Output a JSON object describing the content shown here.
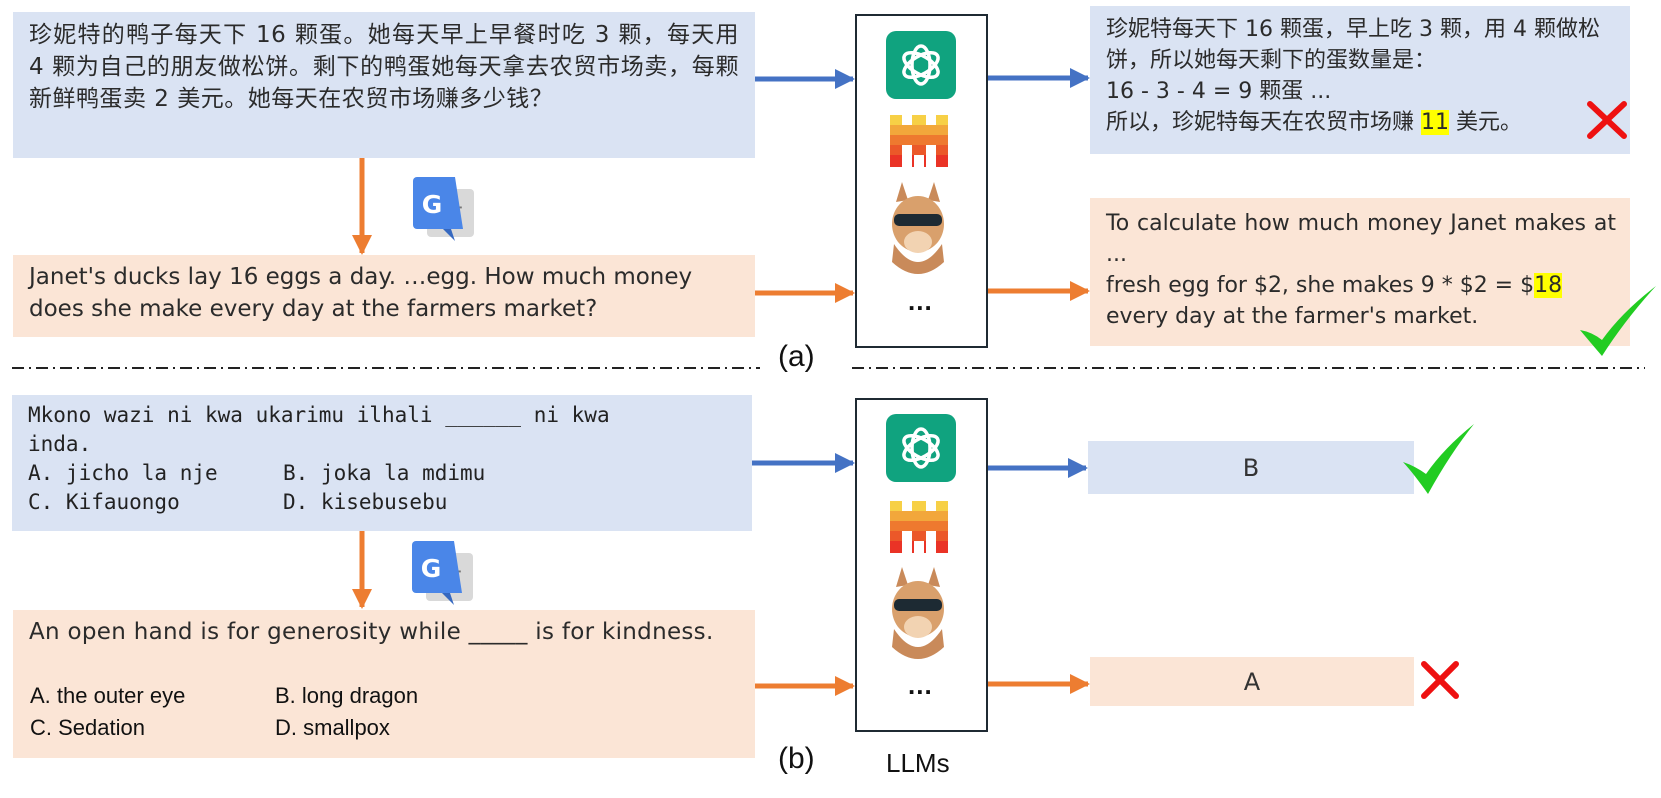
{
  "panel_a": {
    "question_zh": "珍妮特的鸭子每天下 16 颗蛋。她每天早上早餐时吃 3 颗，每天用 4 颗为自己的朋友做松饼。剩下的鸭蛋她每天拿去农贸市场卖，每颗新鲜鸭蛋卖 2 美元。她每天在农贸市场赚多少钱？",
    "question_en": "Janet's ducks lay 16 eggs a day. …egg. How much money does she make every day at the farmers market?",
    "answer_zh": {
      "line1": "珍妮特每天下 16 颗蛋，早上吃 3 颗，用 4 颗做松饼，所以她每天剩下的蛋数量是：",
      "line2": "16 - 3 - 4 = 9 颗蛋 ...",
      "line3_pre": "所以，珍妮特每天在农贸市场赚 ",
      "line3_hl": "11",
      "line3_post": " 美元。"
    },
    "answer_en": {
      "line1": "To calculate how much money Janet makes at ...",
      "line2_pre": "fresh egg for $2, she makes 9 * $2 = $",
      "line2_hl": "18",
      "line3": "every day at the farmer's market."
    },
    "label": "(a)"
  },
  "panel_b": {
    "question_sw": {
      "line1": "Mkono wazi ni kwa ukarimu ilhali ______ ni kwa",
      "line2": "inda.",
      "opt_a": "A. jicho la nje",
      "opt_b": "B. joka la mdimu",
      "opt_c": "C. Kifauongo",
      "opt_d": "D. kisebusebu"
    },
    "question_en": {
      "text": "An open hand is for generosity while _____ is for kindness.",
      "opt_a": "A.   the outer eye",
      "opt_b": "B. long dragon",
      "opt_c": "C.   Sedation",
      "opt_d": "D. smallpox"
    },
    "answer_sw": "B",
    "answer_en": "A",
    "label": "(b)"
  },
  "llms_label": "LLMs",
  "ellipsis": "...",
  "colors": {
    "blue_box": "#dae3f3",
    "orange_box": "#fbe5d6",
    "blue_arrow": "#4472c4",
    "orange_arrow": "#ed7d31",
    "check": "#22cc22",
    "cross": "#ee1111",
    "highlight": "#ffff00"
  },
  "icons": [
    "openai-icon",
    "mistral-icon",
    "llama-icon",
    "google-translate-icon",
    "checkmark-icon",
    "cross-icon"
  ]
}
